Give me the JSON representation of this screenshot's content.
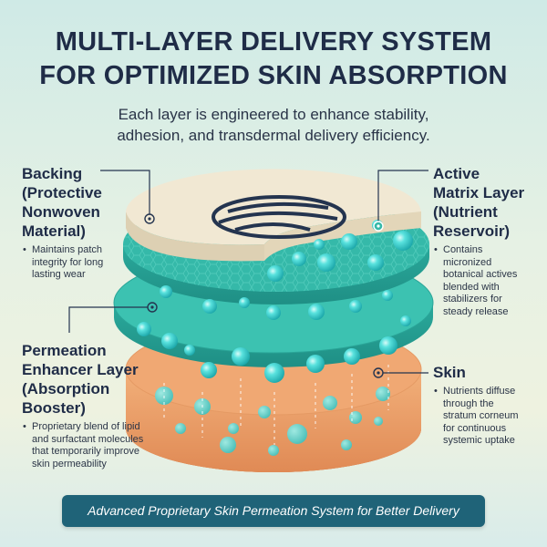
{
  "title": {
    "line1": "MULTI-LAYER DELIVERY SYSTEM",
    "line2": "FOR OPTIMIZED SKIN ABSORPTION"
  },
  "subtitle": {
    "line1": "Each layer is engineered to enhance stability,",
    "line2": "adhesion, and transdermal delivery efficiency."
  },
  "callouts": {
    "backing": {
      "head": [
        "Backing",
        "(Protective",
        "Nonwoven",
        "Material)"
      ],
      "bullet": [
        "Maintains patch",
        "integrity for long",
        "lasting wear"
      ]
    },
    "active_matrix": {
      "head": [
        "Active",
        "Matrix Layer",
        "(Nutrient",
        "Reservoir)"
      ],
      "bullet": [
        "Contains",
        "micronized",
        "botanical actives",
        "blended with",
        "stabilizers for",
        "steady release"
      ]
    },
    "permeation": {
      "head": [
        "Permeation",
        "Enhancer Layer",
        "(Absorption",
        "Booster)"
      ],
      "bullet": [
        "Proprietary blend of lipid",
        "and surfactant molecules",
        "that temporarily improve",
        "skin permeability"
      ]
    },
    "skin": {
      "head": [
        "Skin"
      ],
      "bullet": [
        "Nutrients diffuse",
        "through the",
        "stratum corneum",
        "for continuous",
        "systemic uptake"
      ]
    }
  },
  "banner": "Advanced Proprietary Skin Permeation System for Better Delivery",
  "colors": {
    "title": "#1f2c47",
    "banner_bg": "#1f6378",
    "teal_layer": "#2fb7a8",
    "skin_layer": "#e79a62",
    "backing": "#efe6cf",
    "droplet": "#3fd6d2"
  }
}
